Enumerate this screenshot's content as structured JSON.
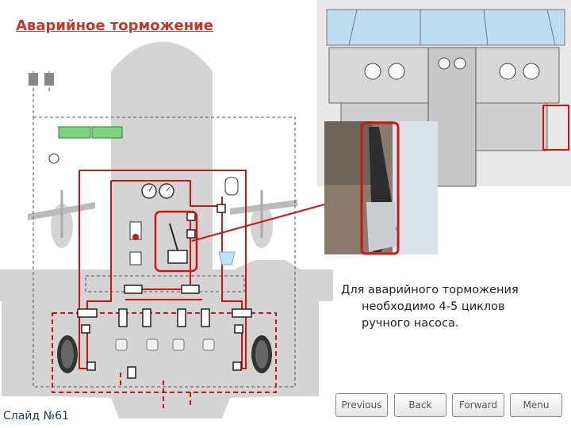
{
  "slide": {
    "title": "Аварийное торможение",
    "number_label": "Слайд №61"
  },
  "note": {
    "line1": "Для аварийного торможения",
    "line2": "необходимо 4-5 циклов",
    "line3": "ручного насоса."
  },
  "nav": {
    "previous": "Previous",
    "back": "Back",
    "forward": "Forward",
    "menu": "Menu"
  },
  "colors": {
    "accent_red": "#c0392b",
    "line_red": "#d01414",
    "gray_fill": "#d4d4d4"
  }
}
